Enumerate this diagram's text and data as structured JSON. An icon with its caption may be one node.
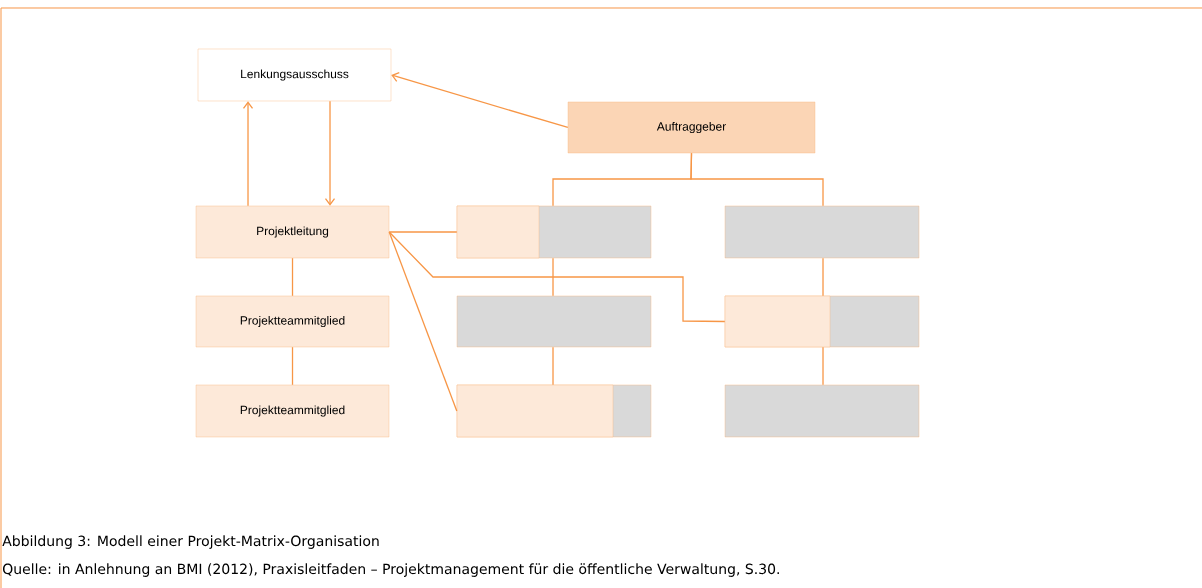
{
  "diagram": {
    "caption": "Abbildung 3: Modell einer Projekt-Matrix-Organisation",
    "nodes": [
      {
        "text": [
          "Lenkungsausschuss"
        ]
      },
      {
        "text": [
          "Auftraggeber"
        ]
      },
      {
        "text": [
          "Projektleitung"
        ]
      },
      {
        "text": [
          "Projektteammitglied"
        ]
      },
      {
        "text": [
          "Projektteammitglied"
        ]
      },
      {
        "text": [],
        "shape": "bar"
      },
      {
        "text": [],
        "shape": "bar"
      },
      {
        "text": [],
        "shape": "bar"
      },
      {
        "text": [],
        "shape": "bar"
      },
      {
        "text": [],
        "shape": "bar"
      },
      {
        "text": [],
        "shape": "bar"
      }
    ],
    "edges": [
      {
        "from": 1,
        "to": 0,
        "arrow": "to"
      },
      {
        "from": 2,
        "to": 0,
        "arrow": "to"
      },
      {
        "from": 0,
        "to": 2,
        "arrow": "to"
      },
      {
        "from": 2,
        "to": 3,
        "arrow": "none"
      },
      {
        "from": 3,
        "to": 4,
        "arrow": "none"
      },
      {
        "from": 1,
        "to": 5,
        "arrow": "none"
      },
      {
        "from": 1,
        "to": 6,
        "arrow": "none"
      },
      {
        "from": 5,
        "to": 7,
        "arrow": "none"
      },
      {
        "from": 7,
        "to": 9,
        "arrow": "none"
      },
      {
        "from": 6,
        "to": 8,
        "arrow": "none"
      },
      {
        "from": 8,
        "to": 10,
        "arrow": "none"
      },
      {
        "from": 2,
        "to": 5,
        "arrow": "none"
      },
      {
        "from": 2,
        "to": 8,
        "arrow": "none"
      },
      {
        "from": 2,
        "to": 9,
        "arrow": "none"
      }
    ],
    "labels": [
      "Quelle: in Anlehnung an BMI (2012), Praxisleitfaden – Projektmanagement für die öffentliche Verwaltung, S.30."
    ]
  }
}
